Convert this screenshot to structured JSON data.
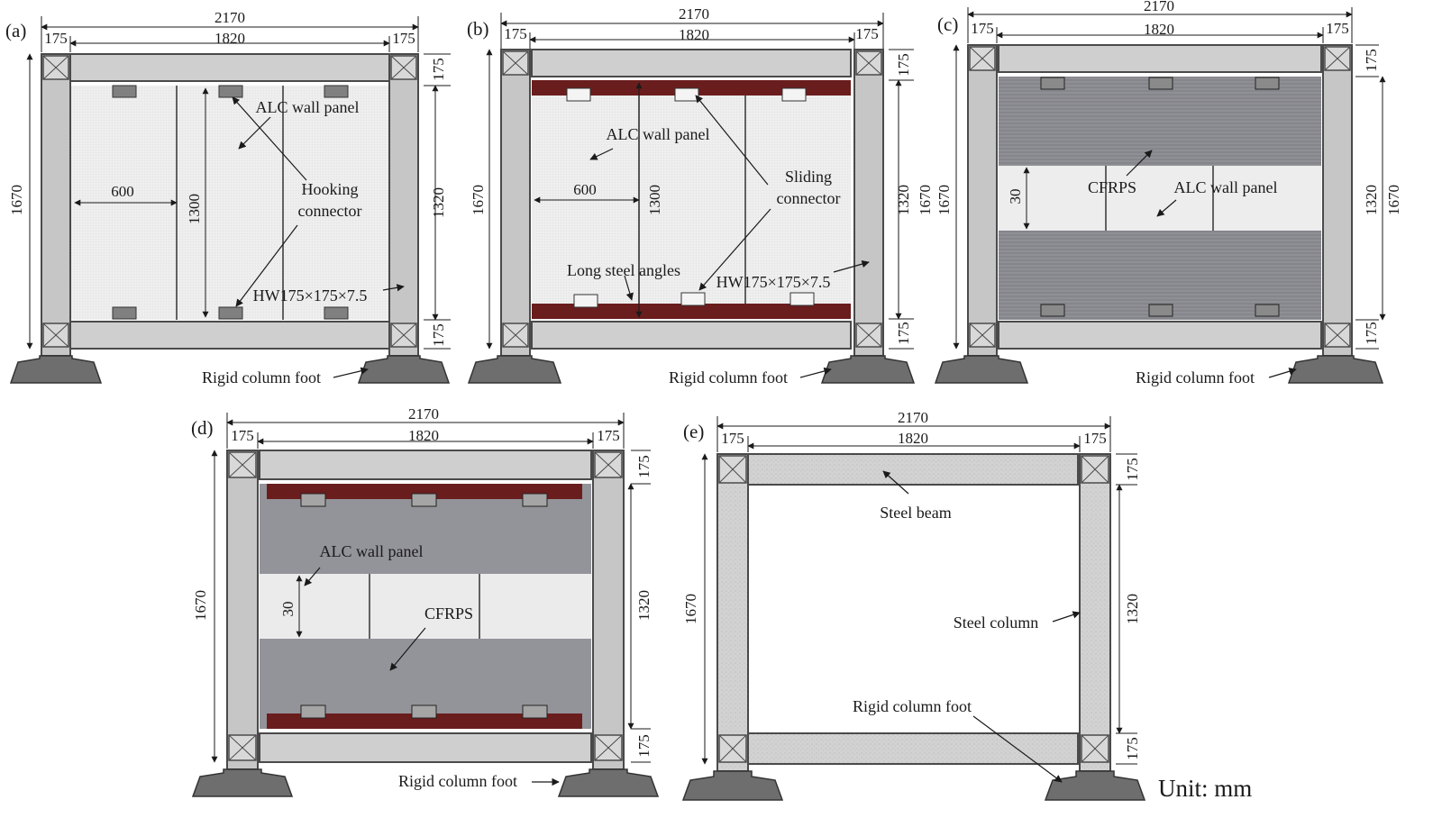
{
  "colors": {
    "steel": "#c9c9c9",
    "steel_dark": "#4a4a4a",
    "panel_light": "#ececec",
    "cfrps_dark": "#8c8c92",
    "angle": "#6a1d1d",
    "ink": "#1a1a1a"
  },
  "dims": {
    "total_width": "2170",
    "clear_width": "1820",
    "flange": "175",
    "total_height": "1670",
    "clear_height": "1320",
    "panel_width": "600",
    "panel_height": "1300",
    "strip": "30"
  },
  "panels": {
    "a": {
      "tag": "(a)",
      "alc_wall_panel": "ALC wall panel",
      "hooking": "Hooking",
      "connector": "connector",
      "section": "HW175×175×7.5",
      "foot": "Rigid column foot"
    },
    "b": {
      "tag": "(b)",
      "alc_wall_panel": "ALC wall panel",
      "sliding": "Sliding",
      "connector": "connector",
      "long_angles": "Long steel angles",
      "section": "HW175×175×7.5",
      "foot": "Rigid column foot"
    },
    "c": {
      "tag": "(c)",
      "cfrps": "CFRPS",
      "alc_wall_panel": "ALC wall panel",
      "foot": "Rigid column foot"
    },
    "d": {
      "tag": "(d)",
      "alc_wall_panel": "ALC wall panel",
      "cfrps": "CFRPS",
      "foot": "Rigid column foot"
    },
    "e": {
      "tag": "(e)",
      "steel_beam": "Steel beam",
      "steel_column": "Steel column",
      "foot": "Rigid column foot"
    }
  },
  "unit": "Unit: mm"
}
